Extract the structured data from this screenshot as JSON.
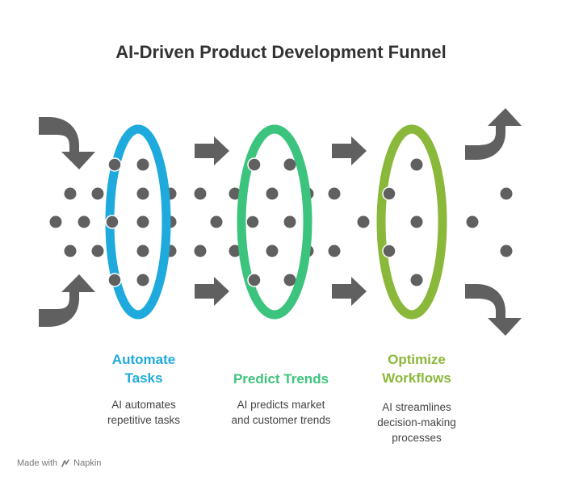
{
  "title": "AI-Driven Product Development Funnel",
  "stages": [
    {
      "title_line1": "Automate",
      "title_line2": "Tasks",
      "desc_line1": "AI automates",
      "desc_line2": "repetitive tasks",
      "color": "#1eaadc"
    },
    {
      "title_line1": "Predict Trends",
      "desc_line1": "AI predicts market",
      "desc_line2": "and customer trends",
      "color": "#3cc47e"
    },
    {
      "title_line1": "Optimize",
      "title_line2": "Workflows",
      "desc_line1": "AI streamlines",
      "desc_line2": "decision-making",
      "desc_line3": "processes",
      "color": "#8ab83a"
    }
  ],
  "colors": {
    "dot": "#606060",
    "arrow": "#606060",
    "title": "#333333"
  },
  "footer": {
    "made_with": "Made with",
    "brand": "Napkin"
  }
}
